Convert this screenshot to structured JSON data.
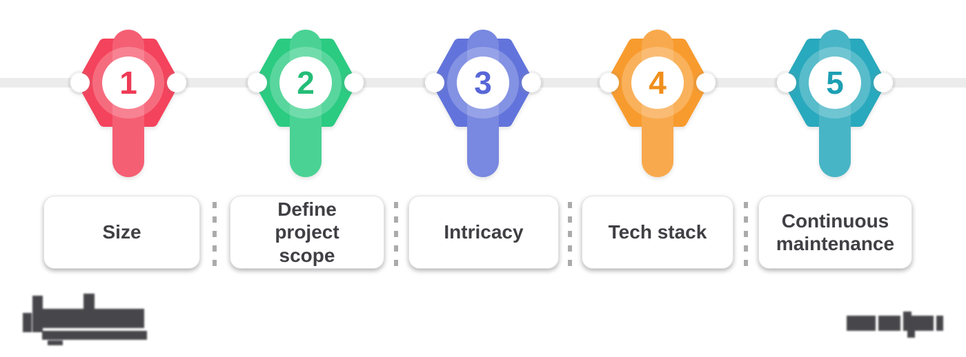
{
  "diagram_title": "",
  "timeline": {
    "line_color": "#ececec",
    "dot_color": "#ffffff"
  },
  "steps": [
    {
      "number": "1",
      "label": "Size",
      "color": "#f4435c",
      "number_color": "#ee3a55"
    },
    {
      "number": "2",
      "label": "Define project scope",
      "color": "#2bcb82",
      "number_color": "#25bd78"
    },
    {
      "number": "3",
      "label": "Intricacy",
      "color": "#6274db",
      "number_color": "#5767d7"
    },
    {
      "number": "4",
      "label": "Tech stack",
      "color": "#f89b2e",
      "number_color": "#f08f1c"
    },
    {
      "number": "5",
      "label": "Continuous maintenance",
      "color": "#29a9bd",
      "number_color": "#1d9fb3"
    }
  ],
  "card_style": {
    "background": "#ffffff",
    "text_color": "#3f3f44"
  },
  "separator": {
    "style": "dashed-vertical",
    "color": "#969696"
  },
  "watermarks": {
    "color": "#3a3a3e",
    "left_icon": "blurred-illegible-wordmark",
    "right_icon": "blurred-illegible-wordmark"
  }
}
